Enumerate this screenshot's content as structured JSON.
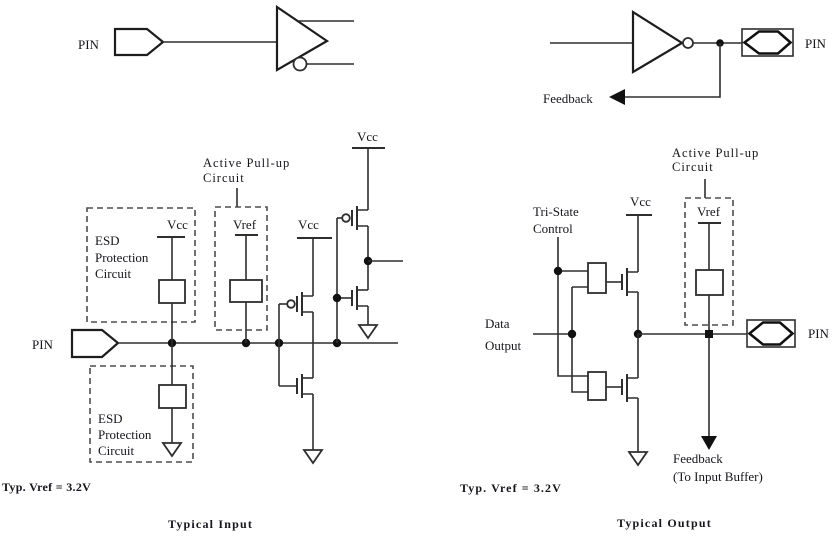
{
  "input": {
    "symbol": {
      "pin": "PIN"
    },
    "circuit": {
      "pin": "PIN",
      "esd_top": {
        "line1": "ESD",
        "line2": "Protection",
        "line3": "Circuit",
        "supply": "Vcc"
      },
      "pullup": {
        "line1": "Active Pull-up",
        "line2": "Circuit",
        "supply": "Vref"
      },
      "esd_bottom": {
        "line1": "ESD",
        "line2": "Protection",
        "line3": "Circuit"
      },
      "stage1_supply": "Vcc",
      "stage2_supply": "Vcc"
    },
    "note": "Typ. Vref = 3.2V",
    "caption": "Typical Input"
  },
  "output": {
    "symbol": {
      "pin": "PIN",
      "feedback": "Feedback"
    },
    "circuit": {
      "tristate_line1": "Tri-State",
      "tristate_line2": "Control",
      "data_line1": "Data",
      "data_line2": "Output",
      "supply": "Vcc",
      "pullup": {
        "line1": "Active Pull-up",
        "line2": "Circuit",
        "supply": "Vref"
      },
      "pin": "PIN",
      "feedback_line1": "Feedback",
      "feedback_line2": "(To Input Buffer)"
    },
    "note": "Typ. Vref = 3.2V",
    "caption": "Typical Output"
  }
}
